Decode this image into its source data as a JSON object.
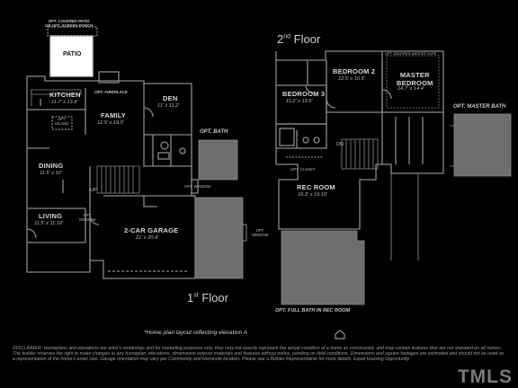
{
  "floor1": {
    "title_num": "1",
    "title_sup": "st",
    "title_word": "Floor",
    "patio_label": "PATIO",
    "covered_patio_label": "OPT. COVERED PATIO\nOR OPT. SCREEN PORCH",
    "rooms": {
      "kitchen": {
        "name": "KITCHEN",
        "dim": "11.7' x 13.8'"
      },
      "family": {
        "name": "FAMILY",
        "dim": "12.5' x 19.5'"
      },
      "den": {
        "name": "DEN",
        "dim": "11' x 11.2'"
      },
      "dining": {
        "name": "DINING",
        "dim": "11.5' x 10'"
      },
      "living": {
        "name": "LIVING",
        "dim": "11.5' x 11.10'"
      },
      "garage": {
        "name": "2-CAR GARAGE",
        "dim": "21' x 20.4'"
      }
    },
    "opt_fireplace": "OPT. FIREPLACE",
    "opt_bath": "OPT. BATH",
    "opt_island": "OPT.\nISLAND",
    "opt_window_den": "OPT. WINDOW",
    "opt_window_garage": "OPT.\nWINDOW",
    "opt_window_living": "OPT.\nWINDOW",
    "up_label": "UP"
  },
  "floor2": {
    "title_num": "2",
    "title_sup": "nd",
    "title_word": "Floor",
    "rooms": {
      "bedroom2": {
        "name": "BEDROOM 2",
        "dim": "12.5' x 10.5'"
      },
      "bedroom3": {
        "name": "BEDROOM 3",
        "dim": "11.2' x 13.5'"
      },
      "master": {
        "name": "MASTER\nBEDROOM",
        "dim": "14.7' x 14.4'"
      },
      "rec": {
        "name": "REC ROOM",
        "dim": "16.3' x 19.10'"
      }
    },
    "opt_master_bath": "OPT. MASTER BATH",
    "opt_closet": "OPT. CLOSET",
    "opt_full_bath": "OPT. FULL BATH IN REC ROOM",
    "opt_drapes": "OPT. DROPPED MASTER SUITE",
    "dn_label": "DN"
  },
  "caption": "*Home plan layout reflecting elevation A",
  "disclaimer": "DISCLAIMER: Homeplans and elevations are artist's renderings and for marketing purposes only, they may not exactly represent the actual condition of a home as constructed, and may contain features that are not standard on all homes. The builder reserves the right to make changes to any homeplan, elevations, dimensions exterior materials and features without notice, pending on field conditions. Dimensions and square footages are estimated and should not be used as a representation of the home's exact size. Garage orientation may vary per Community and Homesite location. Please see a Builder Representative for more details. Equal Housing Opportunity.",
  "logo": "TMLS",
  "colors": {
    "background": "#000000",
    "walls": "#8a8a8a",
    "gray_block": "#6e6e6e",
    "text": "#d8d8d8"
  }
}
